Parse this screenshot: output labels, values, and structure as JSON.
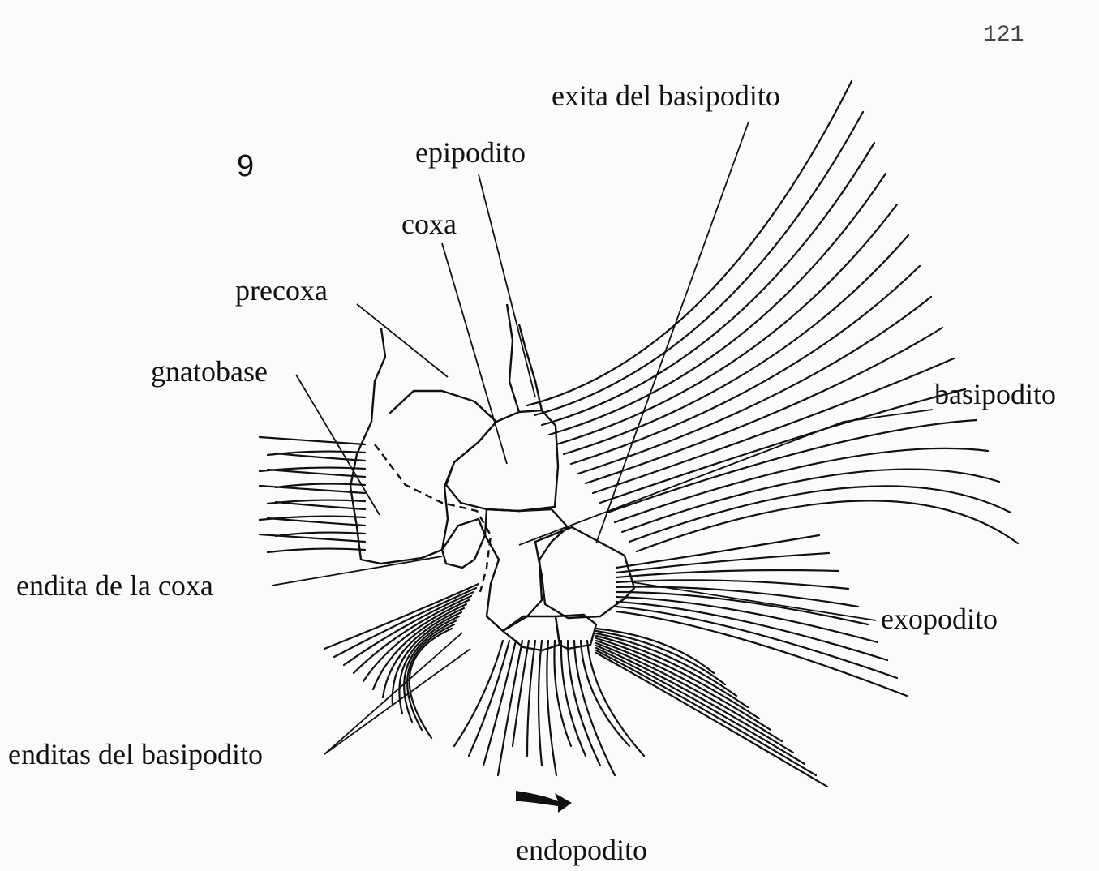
{
  "page_number": "121",
  "figure_number": "9",
  "labels": {
    "exita_basipodito": "exita del basipodito",
    "epipodito": "epipodito",
    "coxa": "coxa",
    "precoxa": "precoxa",
    "gnatobase": "gnatobase",
    "basipodito": "basipodito",
    "endita_coxa": "endita de la coxa",
    "exopodito": "exopodito",
    "enditas_basipodito": "enditas del basipodito",
    "endopodito": "endopodito"
  },
  "colors": {
    "ink": "#111111",
    "paper": "#fbfbfa"
  }
}
